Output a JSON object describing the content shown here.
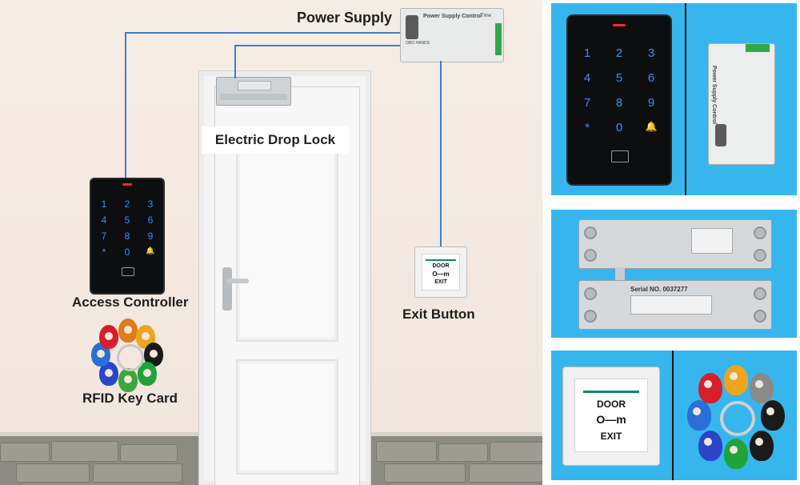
{
  "diagram": {
    "labels": {
      "power_supply": "Power Supply",
      "electric_drop_lock": "Electric Drop Lock",
      "access_controller": "Access Controller",
      "exit_button": "Exit Button",
      "rfid_key_card": "RFID Key Card"
    },
    "psu_face": {
      "title": "Power Supply Control",
      "brand": "OBO HANDS",
      "time_label": "Time"
    },
    "exit_button_face": {
      "word_top": "DOOR",
      "word_bottom": "EXIT",
      "key_glyph": "O—m"
    },
    "keypad_keys": [
      "1",
      "2",
      "3",
      "4",
      "5",
      "6",
      "7",
      "8",
      "9",
      "*",
      "0",
      "🔔"
    ],
    "mag_lock_face": {
      "serial": "Serial NO. 0037277"
    },
    "colors": {
      "wire": "#3a7fd0",
      "panel_bg": "#37b6ee",
      "key_blue": "#3f8ff0",
      "led_red": "#ff2b1e"
    },
    "rfid_tag_colors": [
      "#e07a1a",
      "#f0a41c",
      "#e8c81a",
      "#8a8a8a",
      "#1a1a1a",
      "#2a6fd6",
      "#1fa33a",
      "#d61f2a",
      "#2a45c8",
      "#3ca83a"
    ]
  }
}
